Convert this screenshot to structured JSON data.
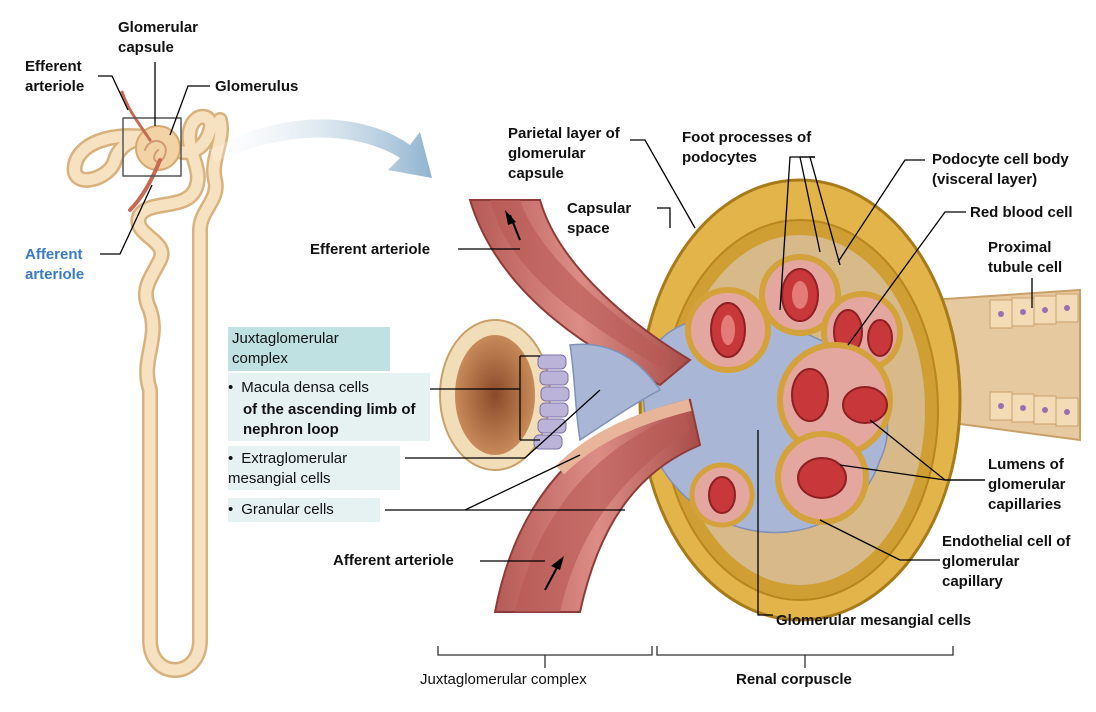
{
  "labels": {
    "glomerular_capsule": "Glomerular capsule",
    "efferent_arteriole_small": "Efferent arteriole",
    "glomerulus": "Glomerulus",
    "afferent_arteriole_small": "Afferent arteriole",
    "parietal_layer": "Parietal layer of glomerular capsule",
    "foot_processes": "Foot processes of podocytes",
    "podocyte_cell_body": "Podocyte cell body (visceral layer)",
    "capsular_space": "Capsular space",
    "red_blood_cell": "Red blood cell",
    "efferent_arteriole": "Efferent arteriole",
    "proximal_tubule_cell": "Proximal tubule cell",
    "jg_complex_box": "Juxtaglomerular complex",
    "macula_densa": "Macula densa cells",
    "ascending_limb": "of the ascending limb of nephron loop",
    "extraglomerular": "Extraglomerular mesangial cells",
    "granular_cells": "Granular cells",
    "lumens": "Lumens of glomerular capillaries",
    "endothelial_cell": "Endothelial cell of glomerular capillary",
    "afferent_arteriole": "Afferent arteriole",
    "glomerular_mesangial": "Glomerular mesangial cells",
    "jg_complex_bracket": "Juxtaglomerular complex",
    "renal_corpuscle": "Renal corpuscle"
  },
  "colors": {
    "tubule": "#f3d9b0",
    "tubule_edge": "#d8b27e",
    "capsule": "#d9a63c",
    "capsule_dark": "#b8861c",
    "vessel": "#c9706b",
    "vessel_dark": "#9e4a46",
    "rbc": "#c8383a",
    "mesangial": "#a9b6d6",
    "arrow": "#9fbfd6",
    "label_blue": "#3a7bc8",
    "box_header": "#bfe1e1",
    "box_body": "#e6f1f1"
  }
}
